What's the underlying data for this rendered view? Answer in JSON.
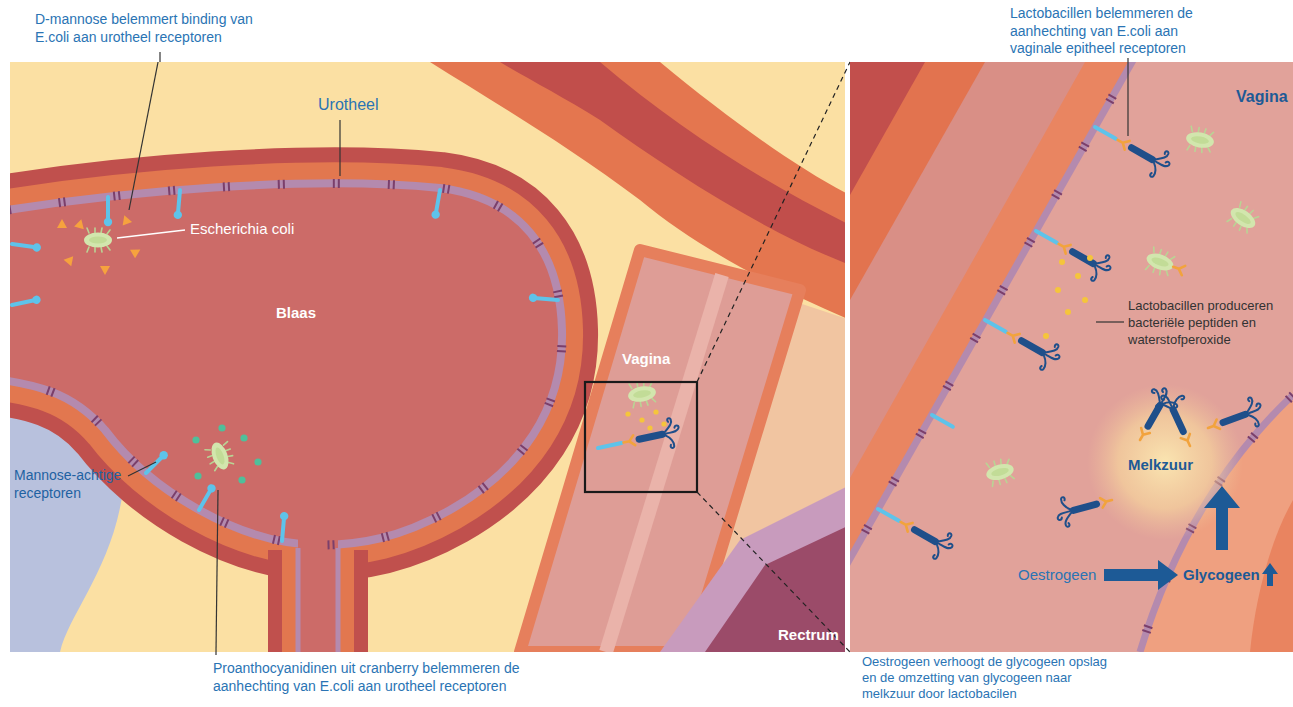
{
  "diagram": {
    "labels": [
      "D-mannose belemmert binding van E.coli aan urotheel receptoren",
      "Urotheel",
      "Escherichia coli",
      "Blaas",
      "Mannose-achtige receptoren",
      "Vagina",
      "Rectrum",
      "Proanthocyanidinen uit cranberry belemmeren de aanhechting van E.coli aan urotheel receptoren",
      "Lactobacillen belemmeren de aanhechting van E.coli aan vaginale epitheel receptoren",
      "Vagina",
      "Lactobacillen produceren bacteriële peptiden en waterstofperoxide",
      "Melkzuur",
      "Oestrogeen",
      "Glycogeen",
      "Oestrogeen verhoogt de glycogeen opslag en de omzetting van glycogeen naar melkzuur door lactobacilen"
    ]
  }
}
